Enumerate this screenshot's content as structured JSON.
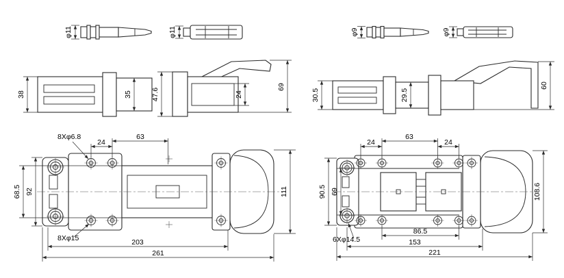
{
  "left": {
    "pins": {
      "male_dia": "φ11",
      "female_dia": "φ11"
    },
    "side": {
      "h_housing": "38",
      "h_interface": "35",
      "h_flange": "47.6",
      "h_slot": "24",
      "h_total": "69"
    },
    "plan": {
      "holes_small": "8Xφ6.8",
      "pitch_a": "24",
      "pitch_b": "63",
      "h_flange": "92",
      "h_body": "68.5",
      "holes_large": "8Xφ15",
      "w_mount": "203",
      "w_total": "261",
      "h_total": "111"
    }
  },
  "right": {
    "pins": {
      "male_dia": "φ9",
      "female_dia": "φ9"
    },
    "side": {
      "h_housing": "30.5",
      "h_interface": "29.5",
      "h_total": "60"
    },
    "plan": {
      "pitch_a": "24",
      "pitch_b": "63",
      "pitch_c": "24",
      "h_flange": "90.5",
      "h_body": "69",
      "w_inner": "86.5",
      "holes": "6Xφ14.5",
      "w_mount": "153",
      "w_total": "221",
      "h_total": "108.6"
    }
  }
}
